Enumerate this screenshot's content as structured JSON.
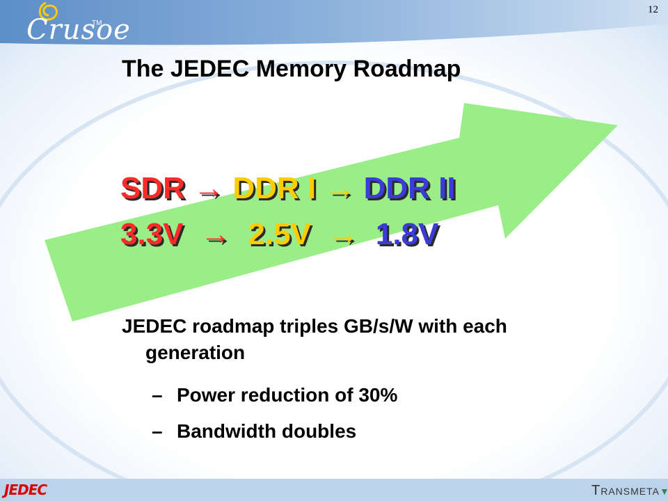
{
  "page_number": "12",
  "logo": {
    "brand": "Crusoe",
    "trademark": "TM",
    "icon": "crusoe-swirl-icon"
  },
  "title": "The JEDEC Memory Roadmap",
  "roadmap": {
    "row1": {
      "a": "SDR",
      "b": "DDR I",
      "c": "DDR II"
    },
    "row2": {
      "a": "3.3V",
      "b": "2.5V",
      "c": "1.8V"
    },
    "arrow_symbol": "→",
    "colors": {
      "a": "#ff2b2b",
      "b": "#ffcc00",
      "c": "#3b3bd6",
      "big_arrow": "#99ee88"
    }
  },
  "body": {
    "main": "JEDEC roadmap triples GB/s/W with each generation",
    "dash": "–",
    "sub1": "Power reduction of 30%",
    "sub2": "Bandwidth doubles"
  },
  "footer": {
    "left_logo": "JEDEC",
    "right_logo": "Transmeta"
  }
}
